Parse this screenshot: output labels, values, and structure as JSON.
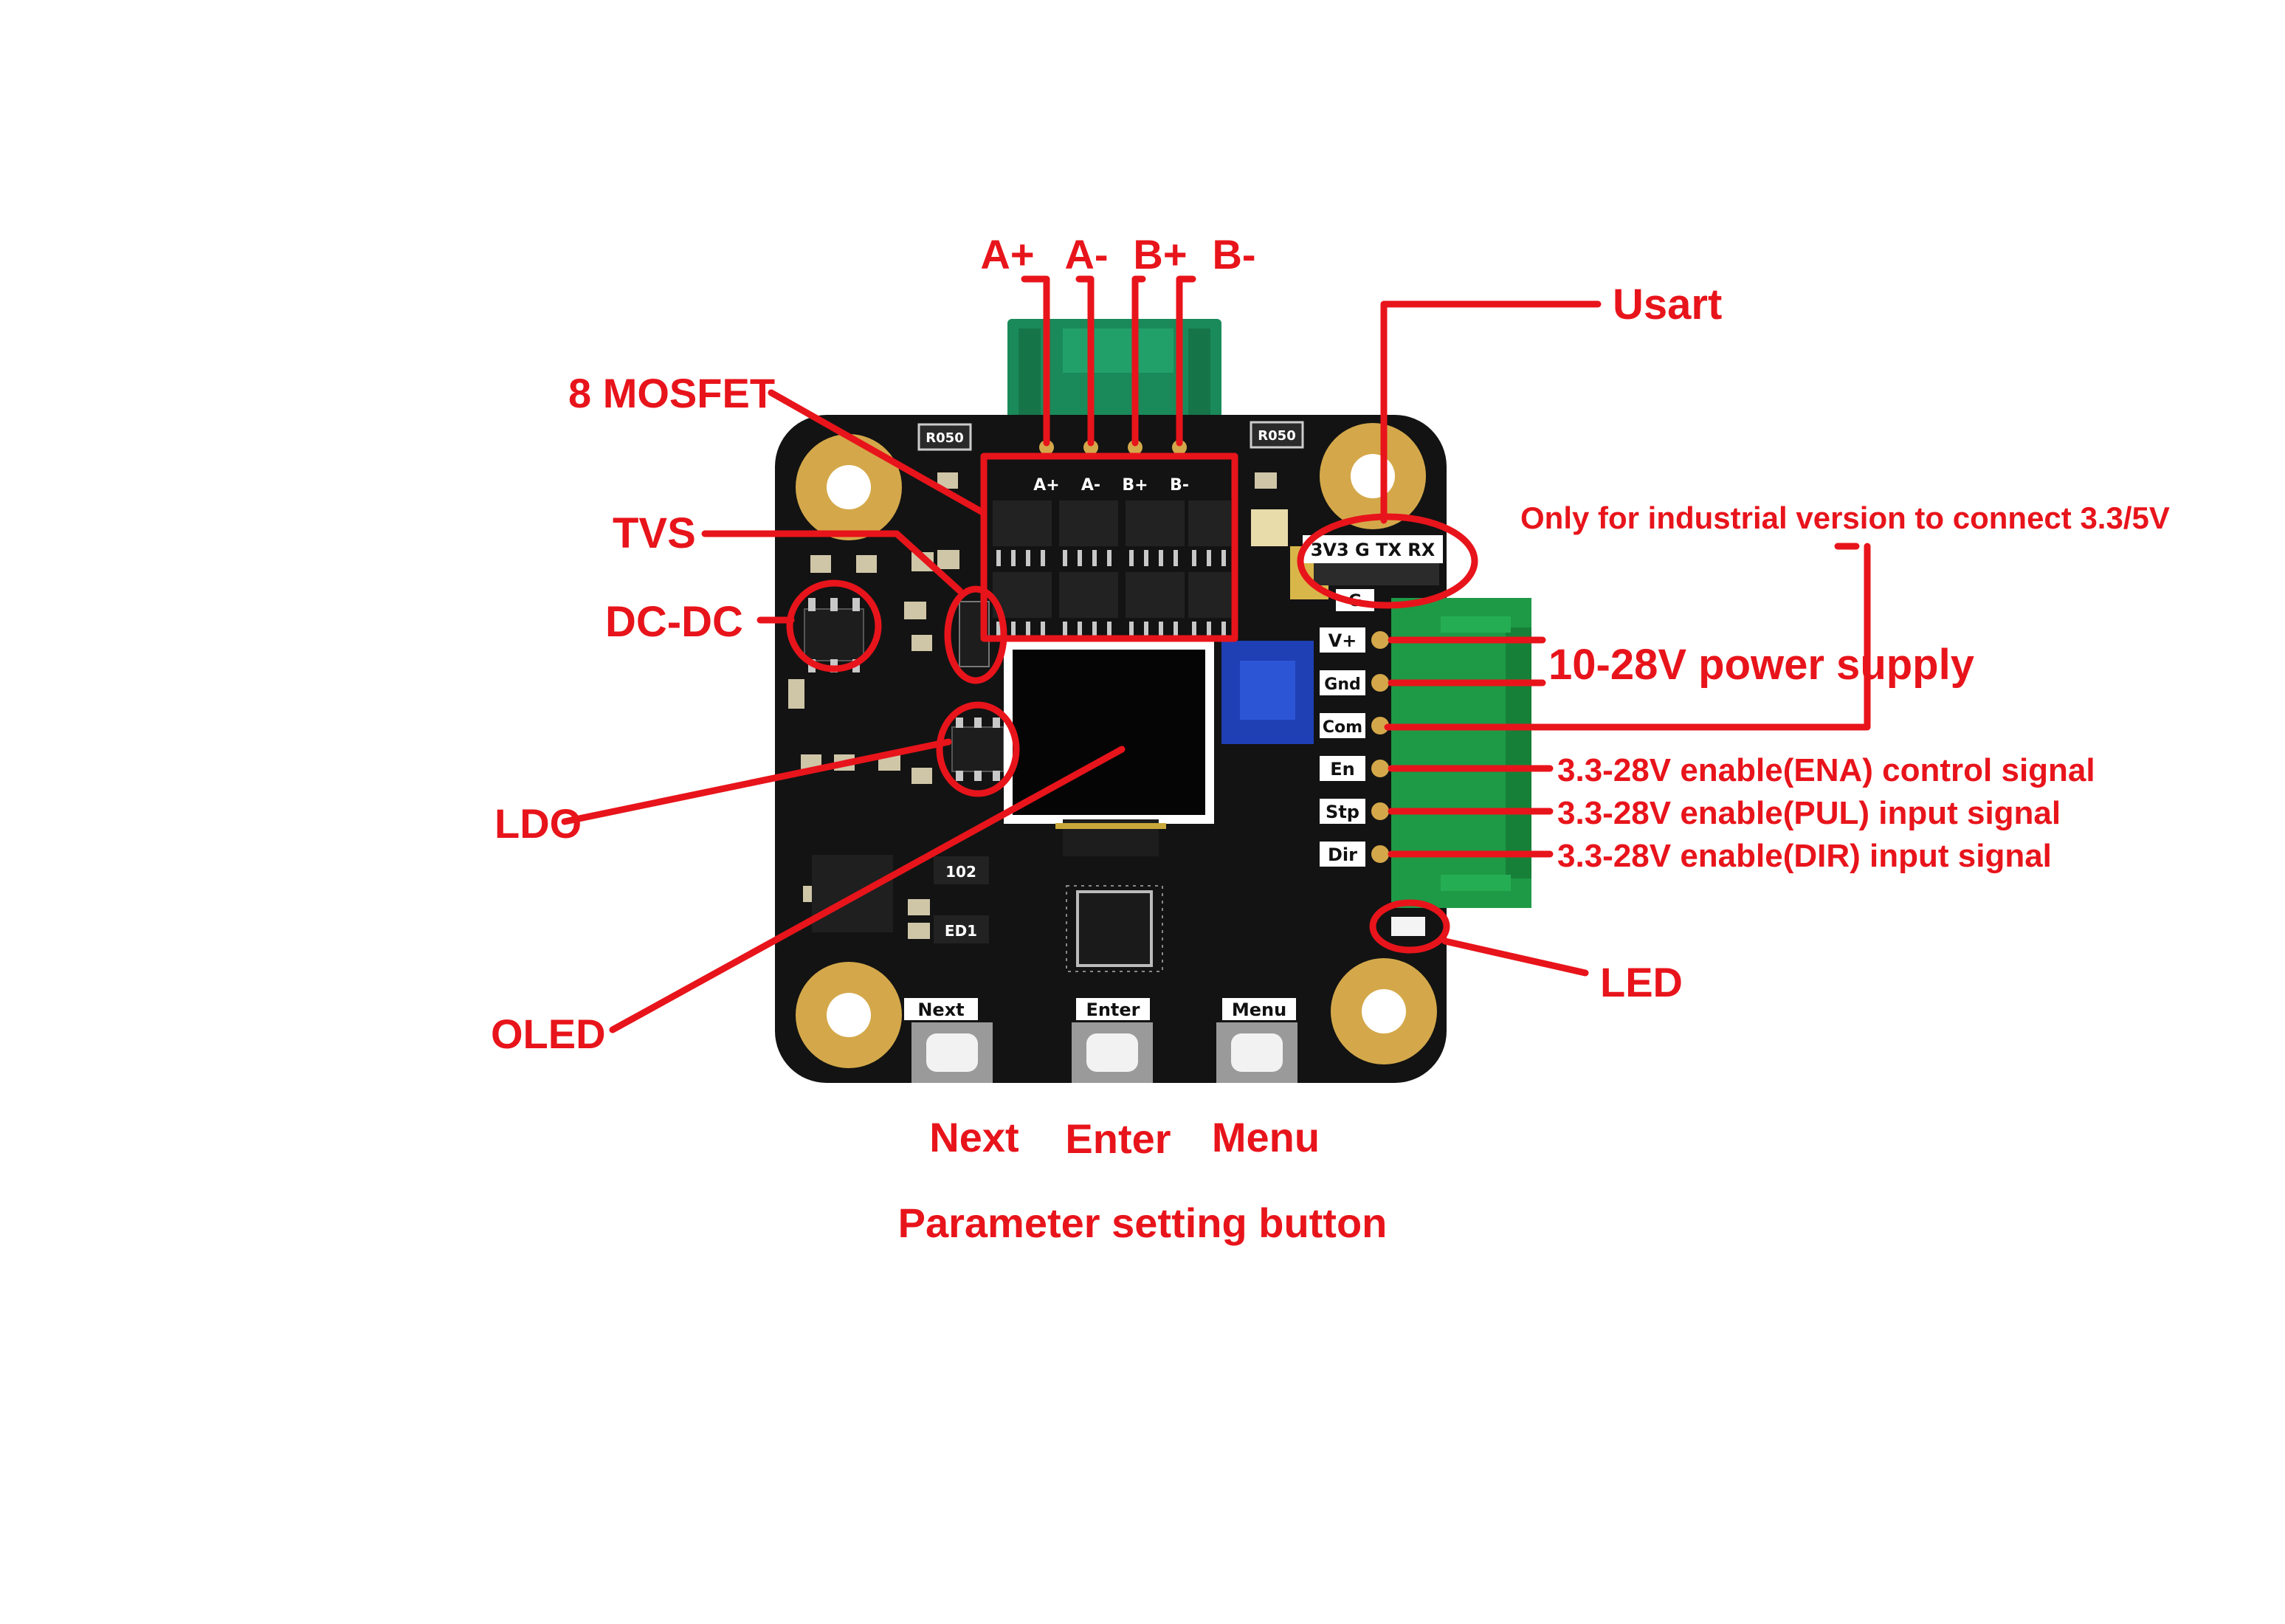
{
  "colors": {
    "callout": "#e8141b",
    "board": "#131313",
    "pad_gold": "#d4a84a",
    "connector_green": "#1e9a46",
    "motor_connector": "#1a8a5a",
    "potentiometer_blue": "#1f3fb5"
  },
  "motor_pins": {
    "a_plus": "A+",
    "a_minus": "A-",
    "b_plus": "B+",
    "b_minus": "B-"
  },
  "callouts": {
    "usart": "Usart",
    "mosfet": "8 MOSFET",
    "tvs": "TVS",
    "dcdc": "DC-DC",
    "ldo": "LDO",
    "oled": "OLED",
    "led": "LED",
    "industrial": "Only for industrial version to connect 3.3/5V",
    "power": "10-28V power  supply",
    "ena": "3.3-28V enable(ENA) control signal",
    "pul": "3.3-28V enable(PUL) input signal",
    "dir": "3.3-28V enable(DIR) input signal"
  },
  "buttons": {
    "next": "Next",
    "enter": "Enter",
    "menu": "Menu",
    "caption": "Parameter setting button"
  },
  "silkscreen": {
    "a_plus": "A+",
    "a_minus": "A-",
    "b_plus": "B+",
    "b_minus": "B-",
    "usart_header": "3V3 G TX RX",
    "g_label": "G",
    "v_plus": "V+",
    "gnd": "Gnd",
    "com": "Com",
    "en": "En",
    "stp": "Stp",
    "dir": "Dir",
    "next": "Next",
    "enter": "Enter",
    "menu": "Menu",
    "resistor": "R050",
    "chip_102": "102",
    "chip_ed1": "ED1"
  }
}
